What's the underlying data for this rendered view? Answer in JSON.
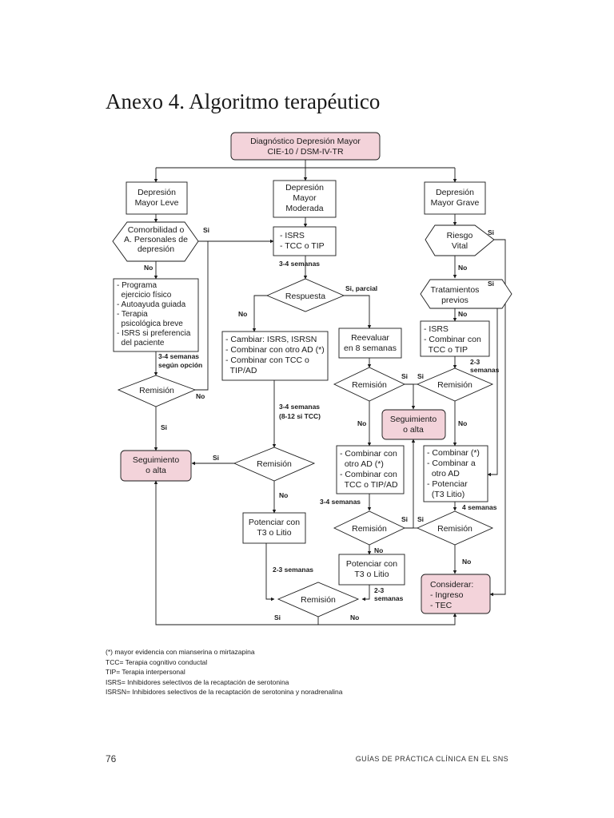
{
  "title": "Anexo 4. Algoritmo terapéutico",
  "colors": {
    "highlight": "#f3d3da",
    "stroke": "#1a1a1a"
  },
  "nodes": {
    "diag": [
      "Diagnóstico Depresión Mayor",
      "CIE-10 / DSM-IV-TR"
    ],
    "leve": [
      "Depresión",
      "Mayor Leve"
    ],
    "moderada": [
      "Depresión",
      "Mayor",
      "Moderada"
    ],
    "grave": [
      "Depresión",
      "Mayor Grave"
    ],
    "comorbilidad": [
      "Comorbilidad o",
      "A. Personales de",
      "depresión"
    ],
    "isrs_tip_mod": [
      "- ISRS",
      "- TCC o TIP"
    ],
    "riesgo": [
      "Riesgo",
      "Vital"
    ],
    "programa": [
      "- Programa",
      "  ejercicio físico",
      "- Autoayuda guiada",
      "- Terapia",
      "  psicológica breve",
      "- ISRS si preferencia",
      "  del paciente"
    ],
    "respuesta": [
      "Respuesta"
    ],
    "tratamientos": [
      "Tratamientos",
      "previos"
    ],
    "isrs_tip_grave": [
      "- ISRS",
      "- Combinar con",
      "  TCC o TIP"
    ],
    "cambiar": [
      "- Cambiar: ISRS, ISRSN",
      "- Combinar con otro AD (*)",
      "- Combinar con TCC o",
      "  TIP/AD"
    ],
    "reevaluar": [
      "Reevaluar",
      "en 8 semanas"
    ],
    "remision_leve": [
      "Remisión"
    ],
    "remision_mid1": [
      "Remisión"
    ],
    "remision_right1": [
      "Remisión"
    ],
    "seguimiento_mid": [
      "Seguimiento",
      "o alta"
    ],
    "seguimiento_left": [
      "Seguimiento",
      "o alta"
    ],
    "remision_center": [
      "Remisión"
    ],
    "combinar_mid": [
      "- Combinar con",
      "  otro AD (*)",
      "- Combinar con",
      "  TCC o TIP/AD"
    ],
    "combinar_right": [
      "- Combinar (*)",
      "- Combinar a",
      "  otro AD",
      "- Potenciar",
      "  (T3 Litio)"
    ],
    "remision_mid2": [
      "Remisión"
    ],
    "remision_right2": [
      "Remisión"
    ],
    "potenciar_center": [
      "Potenciar con",
      "T3 o Litio"
    ],
    "potenciar_mid": [
      "Potenciar con",
      "T3 o Litio"
    ],
    "considerar": [
      "Considerar:",
      "- Ingreso",
      "- TEC"
    ],
    "remision_bottom": [
      "Remisión"
    ]
  },
  "labels": {
    "si_comorb": "Si",
    "no_comorb": "No",
    "si_riesgo": "Si",
    "no_riesgo": "No",
    "semanas_mod": "3-4 semanas",
    "si_parcial": "Si, parcial",
    "no_resp": "No",
    "si_trat": "Si",
    "no_trat": "No",
    "semanas_leve": [
      "3-4 semanas",
      "según opción"
    ],
    "no_rem_leve": "No",
    "si_rem_leve": "Si",
    "semanas_cambiar": [
      "3-4 semanas",
      "(8-12 si TCC)"
    ],
    "semanas_grave": [
      "2-3",
      "semanas"
    ],
    "si_rem_mid1": "Si",
    "no_rem_mid1": "No",
    "si_rem_right1": "Si",
    "no_rem_right1": "No",
    "si_rem_center": "Si",
    "no_rem_center": "No",
    "semanas_comb_mid": "3-4 semanas",
    "si_rem_mid2": "Si",
    "no_rem_mid2": "No",
    "si_rem_right2": "Si",
    "no_rem_right2": "No",
    "semanas_comb_right": "4 semanas",
    "semanas_pot_center": "2-3 semanas",
    "semanas_pot_mid": [
      "2-3",
      "semanas"
    ],
    "si_rem_bottom": "Si",
    "no_rem_bottom": "No"
  },
  "footnotes": [
    "(*) mayor evidencia con mianserina o mirtazapina",
    "TCC= Terapia cognitivo conductal",
    "TIP= Terapia interpersonal",
    "ISRS= Inhibidores selectivos de la recaptación de serotonina",
    "ISRSN= Inhibidores selectivos de la recaptación de serotonina y noradrenalina"
  ],
  "footer": {
    "page_number": "76",
    "series": "GUÍAS DE PRÁCTICA CLÍNICA EN EL SNS"
  }
}
